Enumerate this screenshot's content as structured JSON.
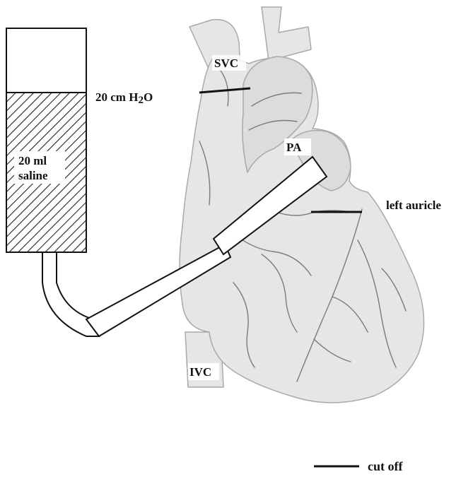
{
  "labels": {
    "svc": "SVC",
    "pressure_prefix": "20 cm H",
    "pressure_sub": "2",
    "pressure_suffix": "O",
    "reservoir_line1": "20 ml",
    "reservoir_line2": "saline",
    "pa": "PA",
    "left_auricle": "left auricle",
    "ivc": "IVC",
    "legend_text": "cut off"
  },
  "colors": {
    "heart_fill": "#e6e6e6",
    "heart_stroke": "#a9a9a9",
    "ink": "#111111",
    "label_box": "#ffffff"
  }
}
